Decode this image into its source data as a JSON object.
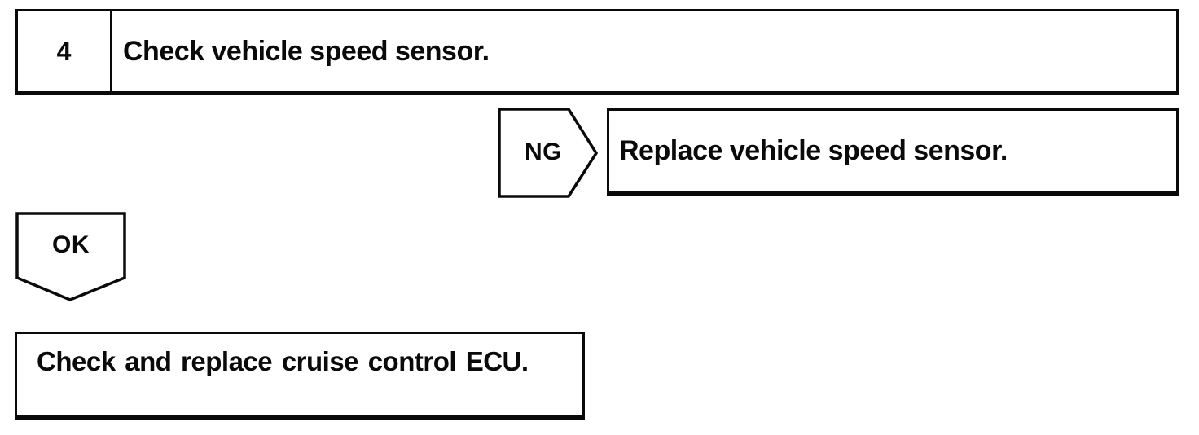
{
  "page": {
    "background_color": "#ffffff",
    "ink_color": "#0a0a0a"
  },
  "flowchart": {
    "step_box": {
      "number": "4",
      "instruction": "Check vehicle speed sensor."
    },
    "ng_branch": {
      "tag": "NG",
      "action": "Replace vehicle speed sensor."
    },
    "ok_branch": {
      "tag": "OK"
    },
    "result_box": {
      "text": "Check and replace cruise control ECU."
    }
  }
}
